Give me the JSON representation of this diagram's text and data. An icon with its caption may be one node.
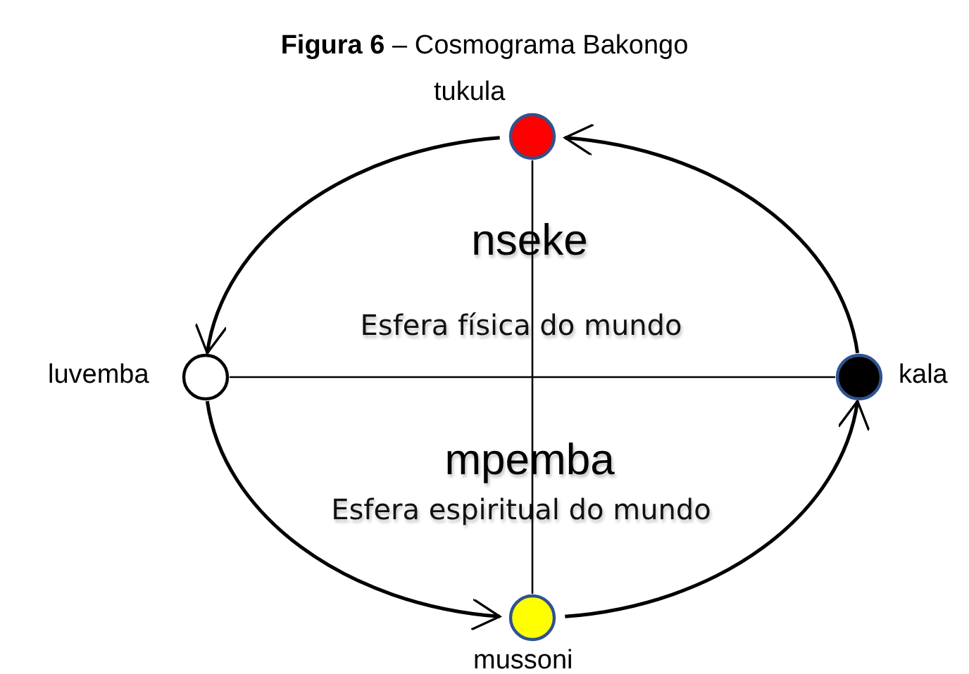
{
  "diagram": {
    "title": "**Figura 6** – Cosmograma Bakongo",
    "nodes": [
      {
        "text": [],
        "shape": "circle",
        "beside": [
          "tukula"
        ]
      },
      {
        "text": [],
        "shape": "circle",
        "beside": [
          "luvemba"
        ]
      },
      {
        "text": [],
        "shape": "circle",
        "beside": [
          "kala"
        ]
      },
      {
        "text": [],
        "shape": "circle",
        "beside": [
          "mussoni"
        ]
      }
    ],
    "edges": [
      {
        "from": 0,
        "to": 3,
        "arrow": "none"
      },
      {
        "from": 1,
        "to": 2,
        "arrow": "none"
      },
      {
        "from": 2,
        "to": 0,
        "arrow": "to"
      },
      {
        "from": 0,
        "to": 1,
        "arrow": "to"
      },
      {
        "from": 1,
        "to": 3,
        "arrow": "to"
      },
      {
        "from": 3,
        "to": 2,
        "arrow": "to"
      }
    ],
    "labels": [
      "nseke",
      "Esfera física do mundo",
      "mpemba",
      "Esfera espiritual do mundo"
    ]
  }
}
